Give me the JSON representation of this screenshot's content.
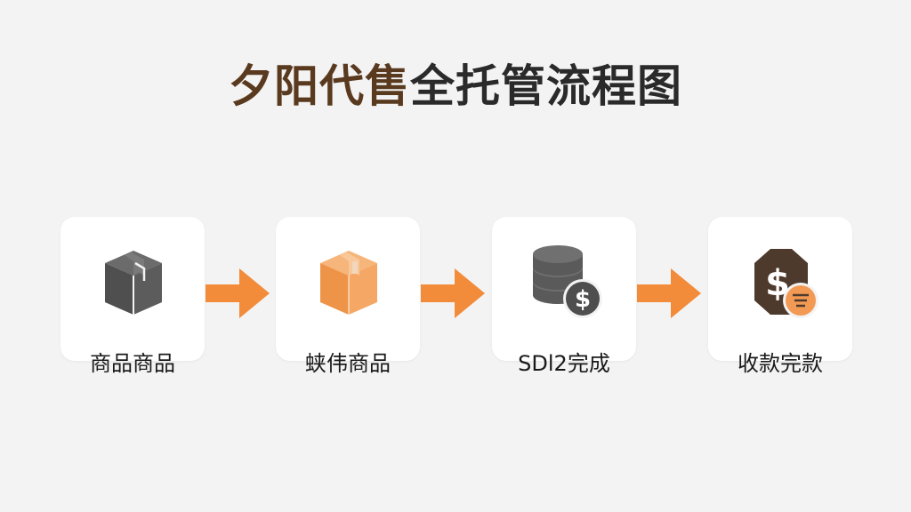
{
  "title": {
    "part1": "夕阳代售",
    "part2": "全托管流程图"
  },
  "steps": [
    {
      "label": "商品商品",
      "icon": "box-icon"
    },
    {
      "label": "蛱伟商品",
      "icon": "open-box-icon"
    },
    {
      "label": "SDl2完成",
      "icon": "coins-dollar-icon"
    },
    {
      "label": "收款完款",
      "icon": "payment-dollar-icon"
    }
  ],
  "colors": {
    "accent": "#f28b3a",
    "dark_gray": "#5c5c5c",
    "brown": "#4e3a2c",
    "title_brown": "#5a3a1f",
    "title_dark": "#2a2a2a"
  }
}
